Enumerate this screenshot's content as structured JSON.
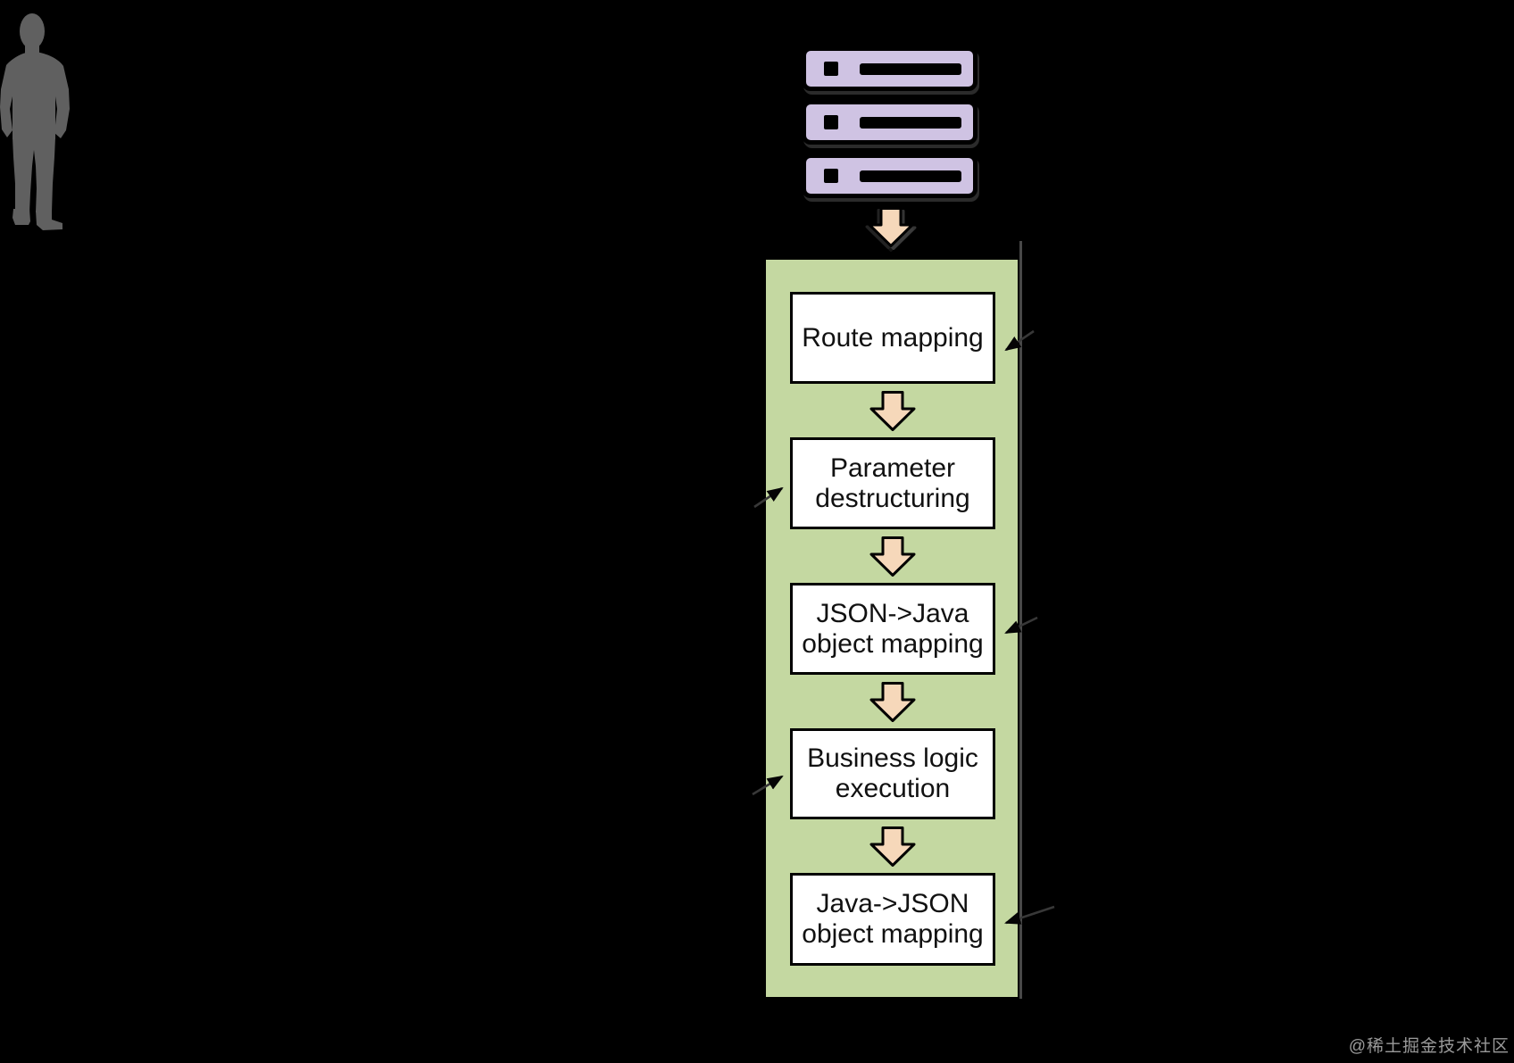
{
  "background_color": "#000000",
  "actors": {
    "client": {
      "icon": "person-silhouette-icon",
      "color": "#606060"
    },
    "server": {
      "icon": "server-stack-icon",
      "rows": 3,
      "fill_color": "#cfc3e3"
    }
  },
  "flow": {
    "panel_color": "#c4d8a1",
    "arrow_color": "#f6d8ba",
    "box_color": "#ffffff",
    "steps": [
      {
        "line1": "Route mapping",
        "line2": ""
      },
      {
        "line1": "Parameter",
        "line2": "destructuring"
      },
      {
        "line1": "JSON->Java",
        "line2": "object mapping"
      },
      {
        "line1": "Business logic",
        "line2": "execution"
      },
      {
        "line1": "Java->JSON",
        "line2": "object mapping"
      }
    ]
  },
  "watermark": {
    "text": "@稀土掘金技术社区",
    "color": "#ababab"
  }
}
